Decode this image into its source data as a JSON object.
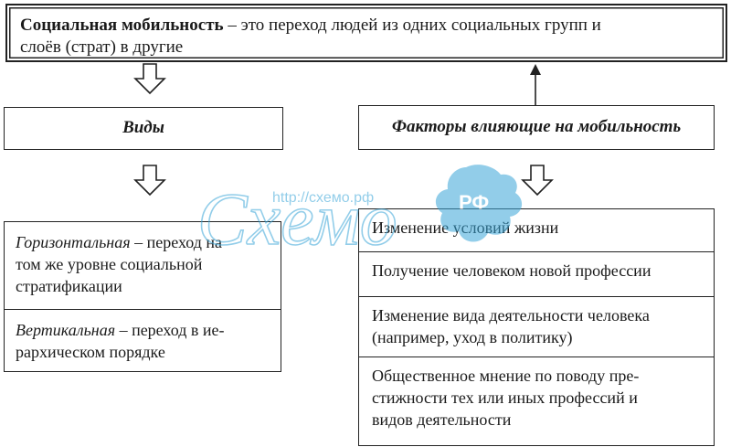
{
  "definition": {
    "term": "Социальная мобильность",
    "line1_rest": " – это переход людей из одних социальных групп и",
    "line2": "слоёв (страт) в другие"
  },
  "types": {
    "header": "Виды",
    "horizontal": {
      "term": "Горизонтальная",
      "line1_rest": " – переход на",
      "line2": "том же уровне социальной",
      "line3": "стратификации"
    },
    "vertical": {
      "term": "Вертикальная",
      "line1_rest": " – переход в ие-",
      "line2": "рархическом порядке"
    }
  },
  "factors": {
    "header": "Факторы влияющие на мобильность",
    "items": [
      {
        "lines": [
          "Изменение условий жизни"
        ]
      },
      {
        "lines": [
          "Получение человеком новой профессии"
        ]
      },
      {
        "lines": [
          "Изменение вида деятельности человека",
          "(например, уход в политику)"
        ]
      },
      {
        "lines": [
          "Общественное мнение по поводу пре-",
          "стижности тех или иных профессий и",
          "видов деятельности"
        ]
      }
    ]
  },
  "watermark": {
    "logo_text": "Схемо",
    "url": "http://схемо.рф",
    "badge": "РФ",
    "color": "#3aa6d8"
  }
}
